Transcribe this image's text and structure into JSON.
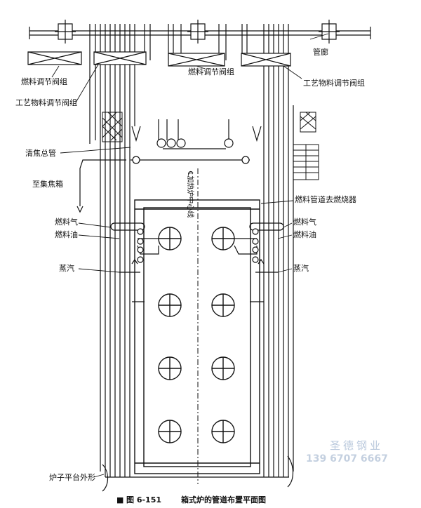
{
  "labels": {
    "pipe_gallery": "管廊",
    "fuel_valve_group_left": "燃料调节阀组",
    "fuel_valve_group_center": "燃料调节阀组",
    "process_valve_group_left": "工艺物料调节阀组",
    "process_valve_group_right": "工艺物料调节阀组",
    "decoking_main": "清焦总管",
    "to_coke_box": "至集焦箱",
    "heater_centerline": "℄加热炉中心线",
    "fuel_to_burner": "燃料管道去燃烧器",
    "fuel_gas_left": "燃料气",
    "fuel_oil_left": "燃料油",
    "steam_left": "蒸汽",
    "fuel_gas_right": "燃料气",
    "fuel_oil_right": "燃料油",
    "steam_right": "蒸汽",
    "platform_outline": "炉子平台外形"
  },
  "caption": {
    "marker": "■",
    "number": "图 6-151",
    "title": "箱式炉的管道布置平面图"
  },
  "watermark": {
    "company": "圣德钢业",
    "phone": "139 6707 6667"
  }
}
